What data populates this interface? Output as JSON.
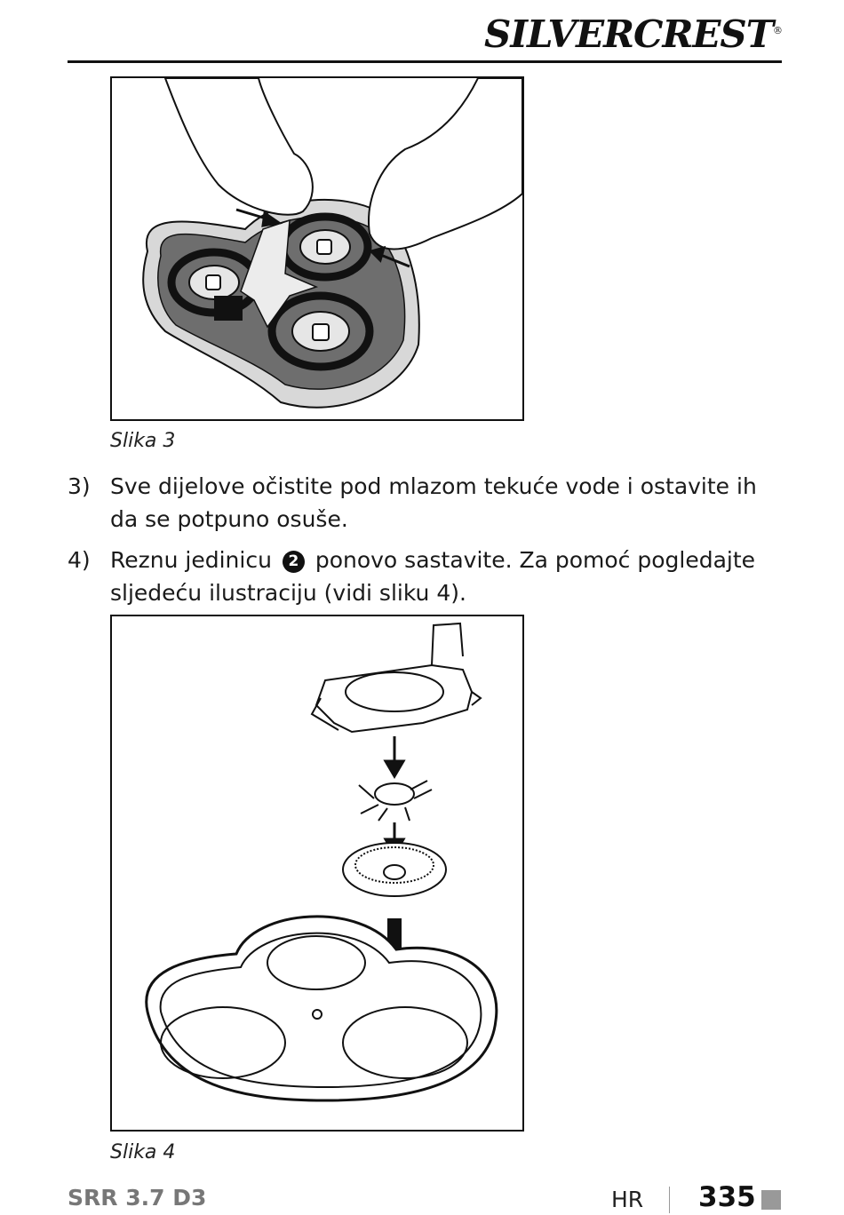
{
  "header": {
    "brand": "SILVERCREST",
    "registered_mark": "®"
  },
  "figures": [
    {
      "caption": "Slika 3"
    },
    {
      "caption": "Slika 4"
    }
  ],
  "steps": [
    {
      "number": "3)",
      "text": "Sve dijelove očistite pod mlazom tekuće vode i ostavite ih da se potpuno osuše."
    },
    {
      "number": "4)",
      "text_before": "Reznu jedinicu",
      "badge": "2",
      "text_after": "ponovo sastavite. Za pomoć pogledajte sljedeću ilustraciju (vidi sliku 4)."
    }
  ],
  "footer": {
    "model": "SRR 3.7 D3",
    "language": "HR",
    "page": "335"
  }
}
